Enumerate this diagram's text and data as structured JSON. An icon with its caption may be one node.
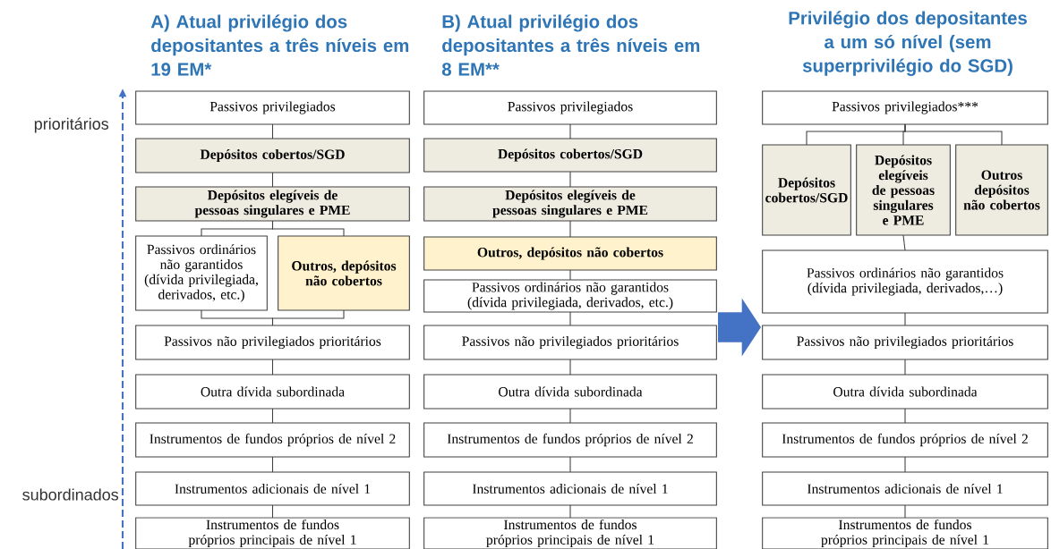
{
  "diagram": {
    "nodes": [
      {
        "text": [
          "Passivos privilegiados"
        ]
      },
      {
        "text": [
          "Depósitos cobertos/SGD"
        ]
      },
      {
        "text": [
          "Depósitos elegíveis de pessoas singulares e PME"
        ]
      },
      {
        "text": [
          "Passivos ordinários não garantidos (dívida privilegiada, derivados, etc.)"
        ]
      },
      {
        "text": [
          "Outros, depósitos não cobertos"
        ]
      },
      {
        "text": [
          "Passivos não privilegiados prioritários"
        ]
      },
      {
        "text": [
          "Outra dívida subordinada"
        ]
      },
      {
        "text": [
          "Instrumentos de fundos próprios de nível 2"
        ]
      },
      {
        "text": [
          "Instrumentos adicionais de nível 1"
        ]
      },
      {
        "text": [
          "Instrumentos de fundos próprios principais de nível 1"
        ]
      },
      {
        "text": [
          "Passivos privilegiados"
        ]
      },
      {
        "text": [
          "Depósitos cobertos/SGD"
        ]
      },
      {
        "text": [
          "Depósitos elegíveis de pessoas singulares e PME"
        ]
      },
      {
        "text": [
          "Outros, depósitos não cobertos"
        ]
      },
      {
        "text": [
          "Passivos ordinários não garantidos (dívida privilegiada, derivados, etc.)"
        ]
      },
      {
        "text": [
          "Passivos não privilegiados prioritários"
        ]
      },
      {
        "text": [
          "Outra dívida subordinada"
        ]
      },
      {
        "text": [
          "Instrumentos de fundos próprios de nível 2"
        ]
      },
      {
        "text": [
          "Instrumentos adicionais de nível 1"
        ]
      },
      {
        "text": [
          "Instrumentos de fundos próprios principais de nível 1"
        ]
      },
      {
        "text": [
          "Passivos privilegiados***"
        ]
      },
      {
        "text": [
          "Depósitos cobertos/SGD"
        ]
      },
      {
        "text": [
          "Depósitos elegíveis de pessoas singulares e PME"
        ]
      },
      {
        "text": [
          "Outros depósitos não cobertos"
        ]
      },
      {
        "text": [
          "Passivos ordinários não garantidos (dívida privilegiada, derivados,…)"
        ]
      },
      {
        "text": [
          "Passivos não privilegiados prioritários"
        ]
      },
      {
        "text": [
          "Outra dívida subordinada"
        ]
      },
      {
        "text": [
          "Instrumentos de fundos próprios de nível 2"
        ]
      },
      {
        "text": [
          "Instrumentos adicionais de nível 1"
        ]
      },
      {
        "text": [
          "Instrumentos de fundos próprios principais de nível 1"
        ]
      }
    ],
    "edges": [
      {
        "from": 0,
        "to": 1,
        "arrow": "none"
      },
      {
        "from": 1,
        "to": 2,
        "arrow": "none"
      },
      {
        "from": 2,
        "to": 3,
        "arrow": "none"
      },
      {
        "from": 2,
        "to": 4,
        "arrow": "none"
      },
      {
        "from": 3,
        "to": 5,
        "arrow": "none"
      },
      {
        "from": 4,
        "to": 5,
        "arrow": "none"
      },
      {
        "from": 5,
        "to": 6,
        "arrow": "none"
      },
      {
        "from": 6,
        "to": 7,
        "arrow": "none"
      },
      {
        "from": 7,
        "to": 8,
        "arrow": "none"
      },
      {
        "from": 8,
        "to": 9,
        "arrow": "none"
      },
      {
        "from": 10,
        "to": 11,
        "arrow": "none"
      },
      {
        "from": 11,
        "to": 12,
        "arrow": "none"
      },
      {
        "from": 12,
        "to": 13,
        "arrow": "none"
      },
      {
        "from": 13,
        "to": 14,
        "arrow": "none"
      },
      {
        "from": 14,
        "to": 15,
        "arrow": "none"
      },
      {
        "from": 15,
        "to": 16,
        "arrow": "none"
      },
      {
        "from": 16,
        "to": 17,
        "arrow": "none"
      },
      {
        "from": 17,
        "to": 18,
        "arrow": "none"
      },
      {
        "from": 18,
        "to": 19,
        "arrow": "none"
      },
      {
        "from": 20,
        "to": 21,
        "arrow": "none"
      },
      {
        "from": 20,
        "to": 22,
        "arrow": "none"
      },
      {
        "from": 20,
        "to": 23,
        "arrow": "none"
      },
      {
        "from": 22,
        "to": 24,
        "arrow": "none"
      },
      {
        "from": 15,
        "to": 25,
        "arrow": "to",
        "style": "thick",
        "color": "#4472c4"
      },
      {
        "from": 24,
        "to": 25,
        "arrow": "none"
      },
      {
        "from": 25,
        "to": 26,
        "arrow": "none"
      },
      {
        "from": 26,
        "to": 27,
        "arrow": "none"
      },
      {
        "from": 27,
        "to": 28,
        "arrow": "none"
      },
      {
        "from": 28,
        "to": 29,
        "arrow": "none"
      }
    ],
    "labels": [
      "A) Atual privilégio dos depositantes a três níveis em 19 EM*",
      "B) Atual privilégio dos depositantes a três níveis em 8 EM**",
      "Privilégio dos depositantes a um só nível (sem superprivilégio do SGD)",
      "prioritários",
      "subordinados"
    ]
  }
}
